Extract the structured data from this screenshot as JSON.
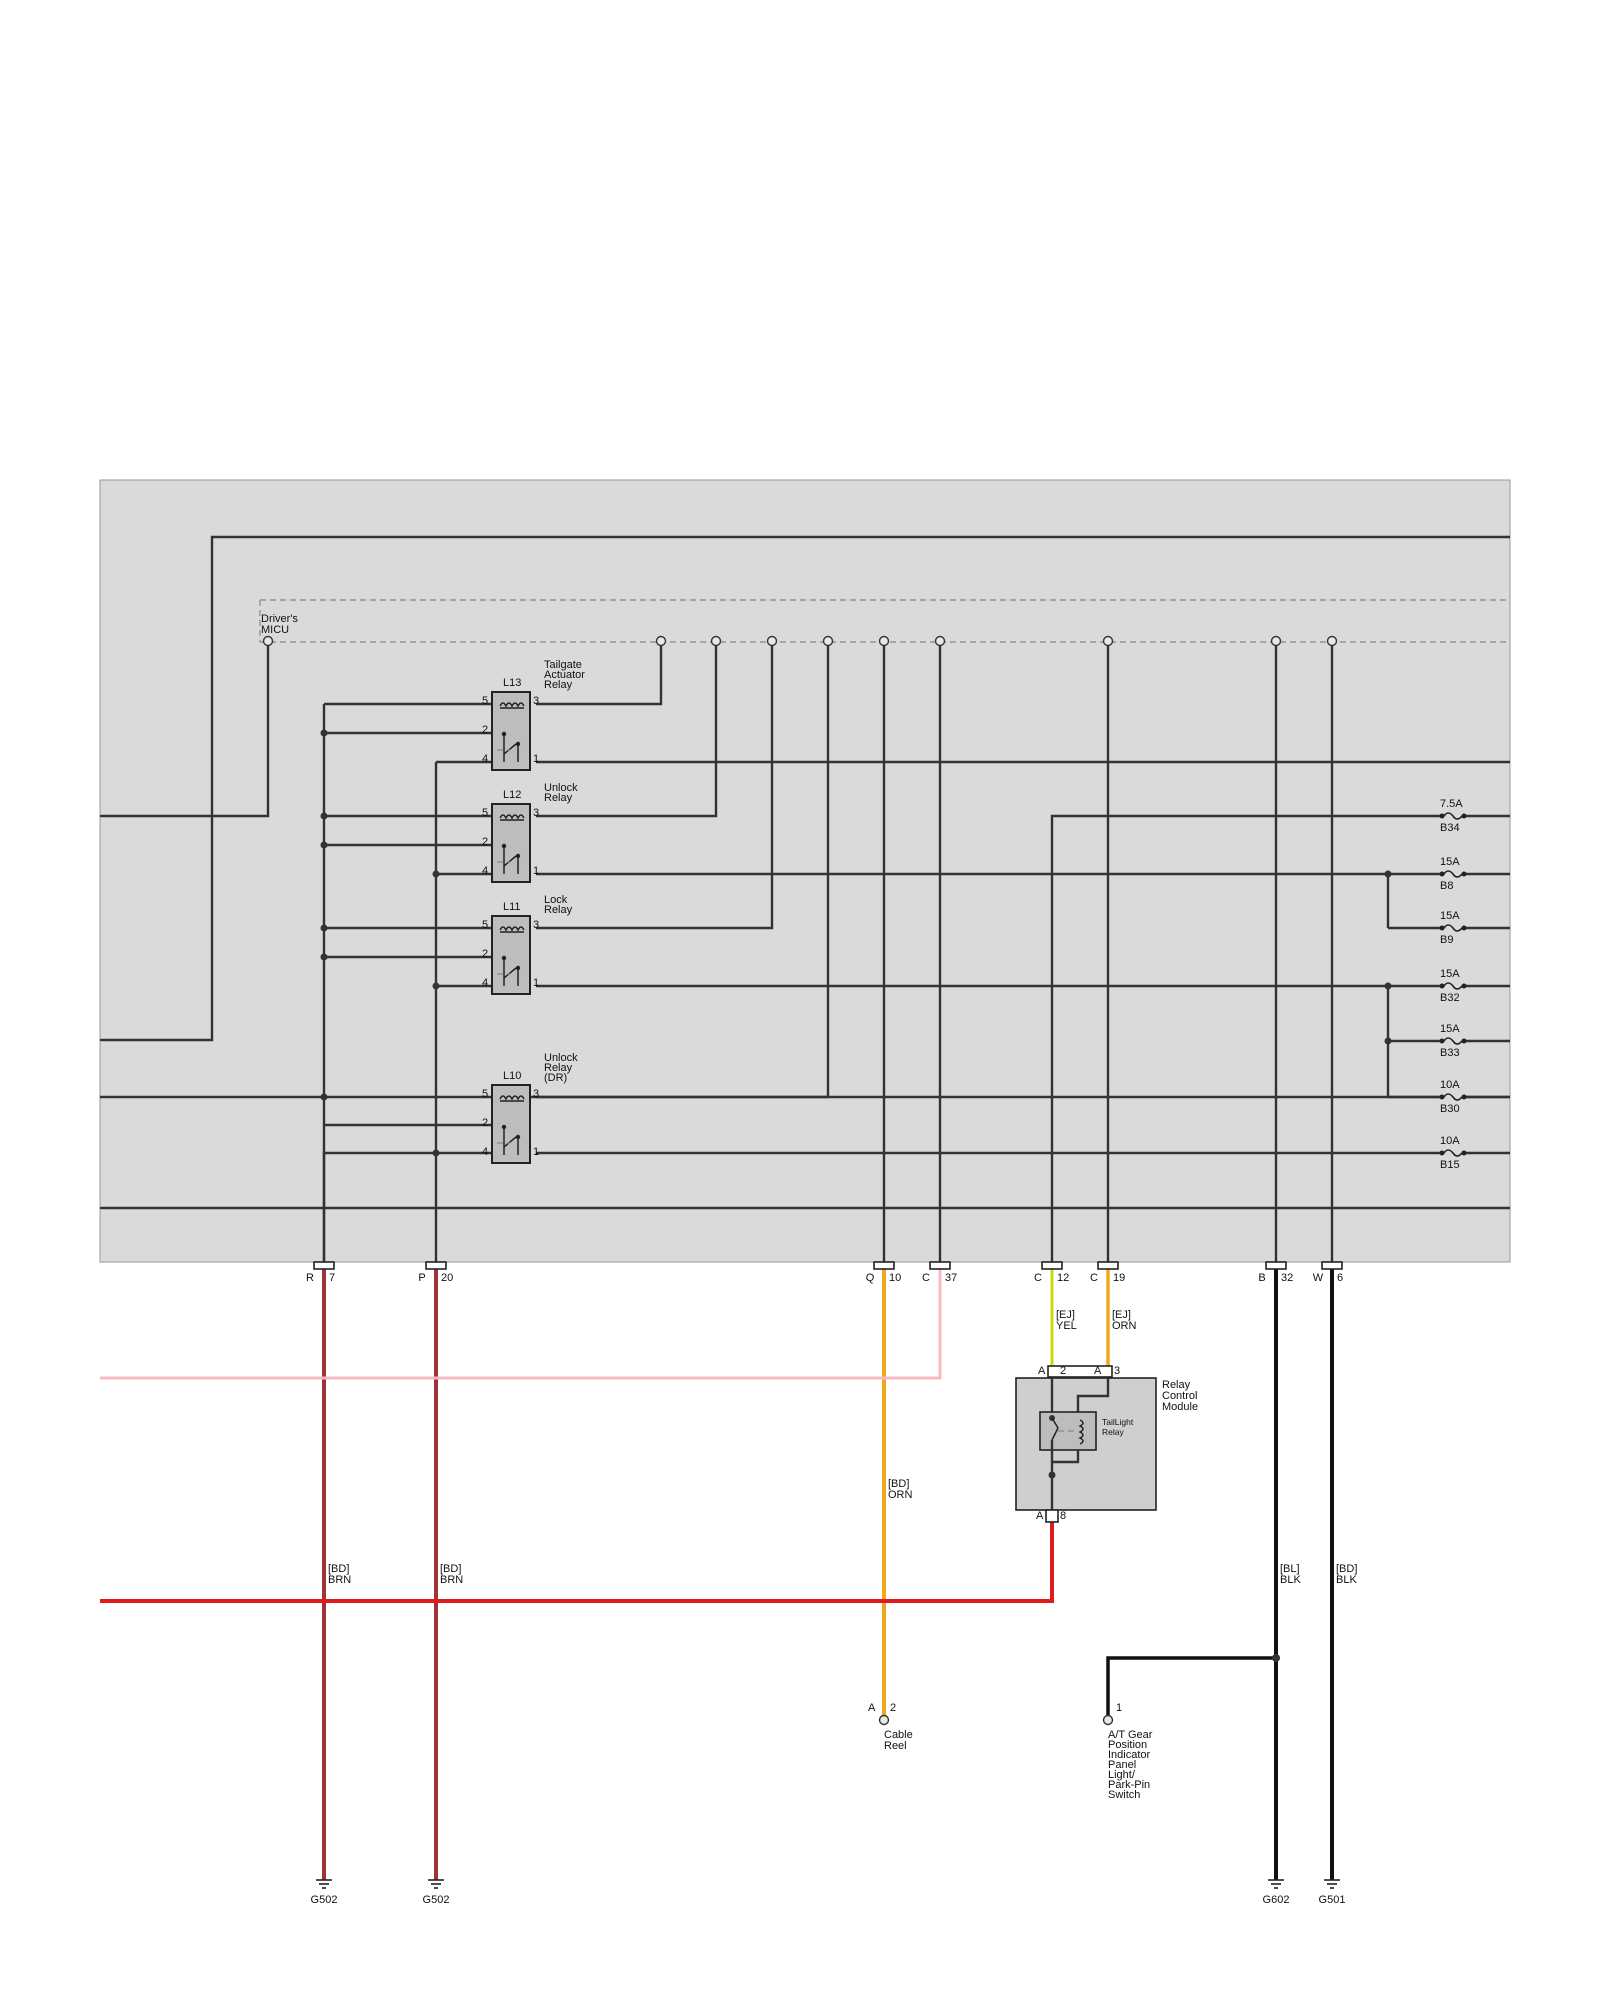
{
  "module": {
    "name_lines": [
      "Driver's",
      "MICU"
    ]
  },
  "relays": [
    {
      "id": "L13",
      "name_lines": [
        "Tailgate",
        "Actuator",
        "Relay"
      ]
    },
    {
      "id": "L12",
      "name_lines": [
        "Unlock",
        "Relay"
      ]
    },
    {
      "id": "L11",
      "name_lines": [
        "Lock",
        "Relay"
      ]
    },
    {
      "id": "L10",
      "name_lines": [
        "Unlock",
        "Relay",
        "(DR)"
      ]
    }
  ],
  "relay_pins": {
    "p5": "5",
    "p3": "3",
    "p2": "2",
    "p4": "4",
    "p1": "1"
  },
  "fuses": [
    {
      "rating": "7.5A",
      "id": "B34"
    },
    {
      "rating": "15A",
      "id": "B8"
    },
    {
      "rating": "15A",
      "id": "B9"
    },
    {
      "rating": "15A",
      "id": "B32"
    },
    {
      "rating": "15A",
      "id": "B33"
    },
    {
      "rating": "10A",
      "id": "B30"
    },
    {
      "rating": "10A",
      "id": "B15"
    }
  ],
  "connectors": [
    {
      "letter": "R",
      "pin": "7"
    },
    {
      "letter": "P",
      "pin": "20"
    },
    {
      "letter": "Q",
      "pin": "10"
    },
    {
      "letter": "C",
      "pin": "37"
    },
    {
      "letter": "C",
      "pin": "12"
    },
    {
      "letter": "C",
      "pin": "19"
    },
    {
      "letter": "B",
      "pin": "32"
    },
    {
      "letter": "W",
      "pin": "6"
    }
  ],
  "wires": [
    {
      "variant": "[BD]",
      "color": "BRN"
    },
    {
      "variant": "[BD]",
      "color": "BRN"
    },
    {
      "variant": "[BD]",
      "color": "ORN"
    },
    {
      "variant": "[EJ]",
      "color": "YEL"
    },
    {
      "variant": "[EJ]",
      "color": "ORN"
    },
    {
      "variant": "[BL]",
      "color": "BLK"
    },
    {
      "variant": "[BD]",
      "color": "BLK"
    }
  ],
  "relay_control_module": {
    "name_lines": [
      "Relay",
      "Control",
      "Module"
    ],
    "relay_lines": [
      "TailLight",
      "Relay"
    ],
    "pin_a2": {
      "letter": "A",
      "pin": "2"
    },
    "pin_a3": {
      "letter": "A",
      "pin": "3"
    },
    "pin_a8": {
      "letter": "A",
      "pin": "8"
    }
  },
  "cable_reel": {
    "letter": "A",
    "pin": "2",
    "name_lines": [
      "Cable",
      "Reel"
    ]
  },
  "switch": {
    "pin": "1",
    "name_lines": [
      "A/T Gear",
      "Position",
      "Indicator",
      "Panel",
      "Light/",
      "Park-Pin",
      "Switch"
    ]
  },
  "grounds": [
    "G502",
    "G502",
    "G602",
    "G501"
  ],
  "colors": {
    "panel": "#dadada",
    "wire_brn": "#a0323a",
    "wire_orn": "#f0a81e",
    "wire_pnk": "#f7b8c0",
    "wire_yel": "#c8d814",
    "wire_red": "#e01b1b",
    "wire_blk": "#111111"
  }
}
